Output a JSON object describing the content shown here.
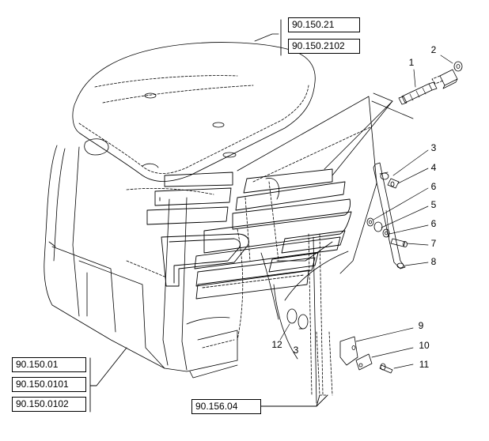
{
  "reference_groups": {
    "top": [
      "90.150.21",
      "90.150.2102"
    ],
    "left": [
      "90.150.01",
      "90.150.0101",
      "90.150.0102"
    ],
    "bottom": [
      "90.156.04"
    ]
  },
  "callouts": [
    "1",
    "2",
    "3",
    "4",
    "6",
    "5",
    "6",
    "7",
    "8",
    "9",
    "10",
    "11",
    "12",
    "3"
  ],
  "colors": {
    "line": "#000000",
    "background": "#ffffff"
  }
}
